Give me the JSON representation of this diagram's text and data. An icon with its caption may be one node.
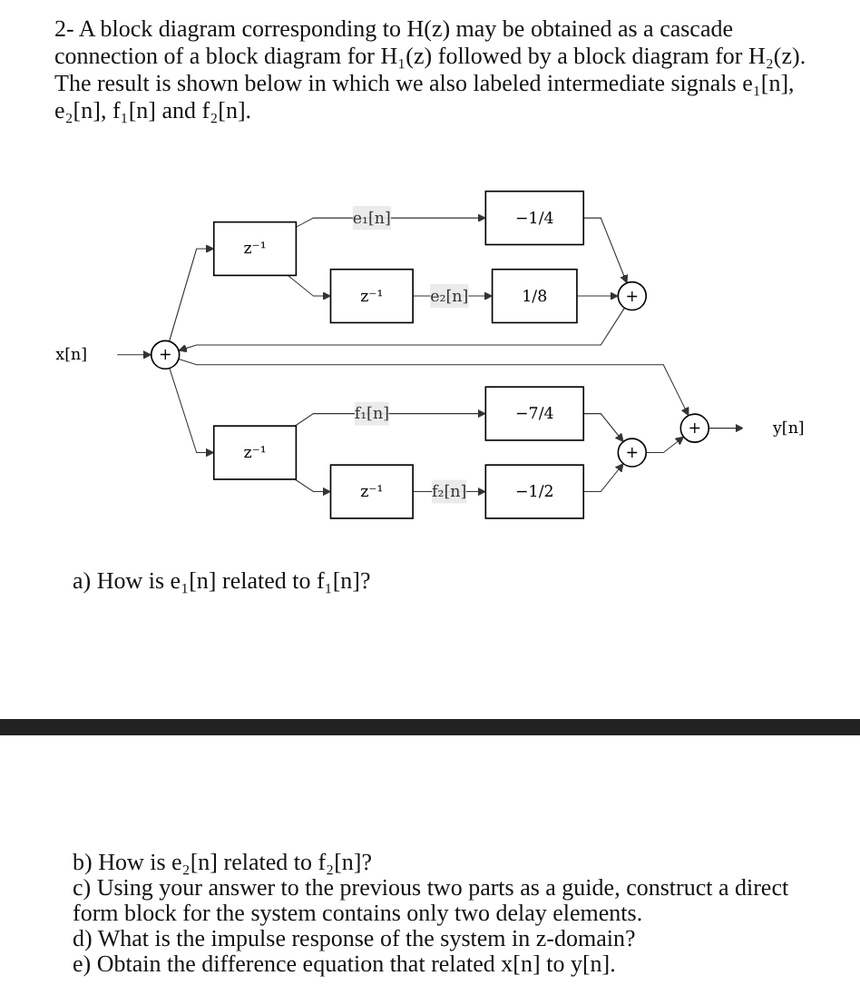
{
  "diagram": {
    "title": "2- A block diagram corresponding to H(z) may be obtained as a cascade connection of a block diagram for H₁(z) followed by a block diagram for H₂(z). The result is shown below in which we also labeled intermediate signals e₁[n], e₂[n], f₁[n] and f₂[n].",
    "nodes": [
      {
        "text": [
          "x[n]"
        ]
      },
      {
        "text": [
          "+"
        ]
      },
      {
        "text": [
          "z⁻¹"
        ]
      },
      {
        "text": [
          "+"
        ]
      },
      {
        "text": [
          "−1/4"
        ]
      },
      {
        "text": [
          "z⁻¹"
        ]
      },
      {
        "text": [
          "1/8"
        ]
      },
      {
        "text": [
          "z⁻¹"
        ]
      },
      {
        "text": [
          "−7/4"
        ]
      },
      {
        "text": [
          "z⁻¹"
        ]
      },
      {
        "text": [
          "−1/2"
        ]
      },
      {
        "text": [
          "+"
        ]
      },
      {
        "text": [
          "+"
        ]
      },
      {
        "text": [
          "y[n]"
        ]
      }
    ],
    "edges": [
      {
        "from": 0,
        "to": 1,
        "arrow": "to"
      },
      {
        "from": 1,
        "to": 2,
        "arrow": "to"
      },
      {
        "from": 1,
        "to": 7,
        "arrow": "to"
      },
      {
        "from": 1,
        "to": 12,
        "arrow": "to"
      },
      {
        "from": 2,
        "to": 4,
        "arrow": "to",
        "label": "e₁[n]"
      },
      {
        "from": 2,
        "to": 5,
        "arrow": "to"
      },
      {
        "from": 4,
        "to": 3,
        "arrow": "to"
      },
      {
        "from": 5,
        "to": 6,
        "arrow": "to",
        "label": "e₂[n]"
      },
      {
        "from": 6,
        "to": 3,
        "arrow": "to"
      },
      {
        "from": 3,
        "to": 1,
        "arrow": "to"
      },
      {
        "from": 7,
        "to": 8,
        "arrow": "to",
        "label": "f₁[n]"
      },
      {
        "from": 7,
        "to": 9,
        "arrow": "to"
      },
      {
        "from": 9,
        "to": 10,
        "arrow": "to",
        "label": "f₂[n]"
      },
      {
        "from": 8,
        "to": 11,
        "arrow": "to"
      },
      {
        "from": 10,
        "to": 11,
        "arrow": "to"
      },
      {
        "from": 11,
        "to": 12,
        "arrow": "to"
      },
      {
        "from": 12,
        "to": 13,
        "arrow": "to"
      }
    ],
    "labels": [
      "a) How is e₁[n] related to f₁[n]?",
      "b) How is e₂[n] related to f₂[n]?",
      "c) Using your answer to the previous two parts as a guide, construct a direct form block for the system contains only two delay elements.",
      "d) What is the impulse response of the system in z-domain?",
      "e) Obtain the difference equation that related x[n] to y[n]."
    ]
  }
}
